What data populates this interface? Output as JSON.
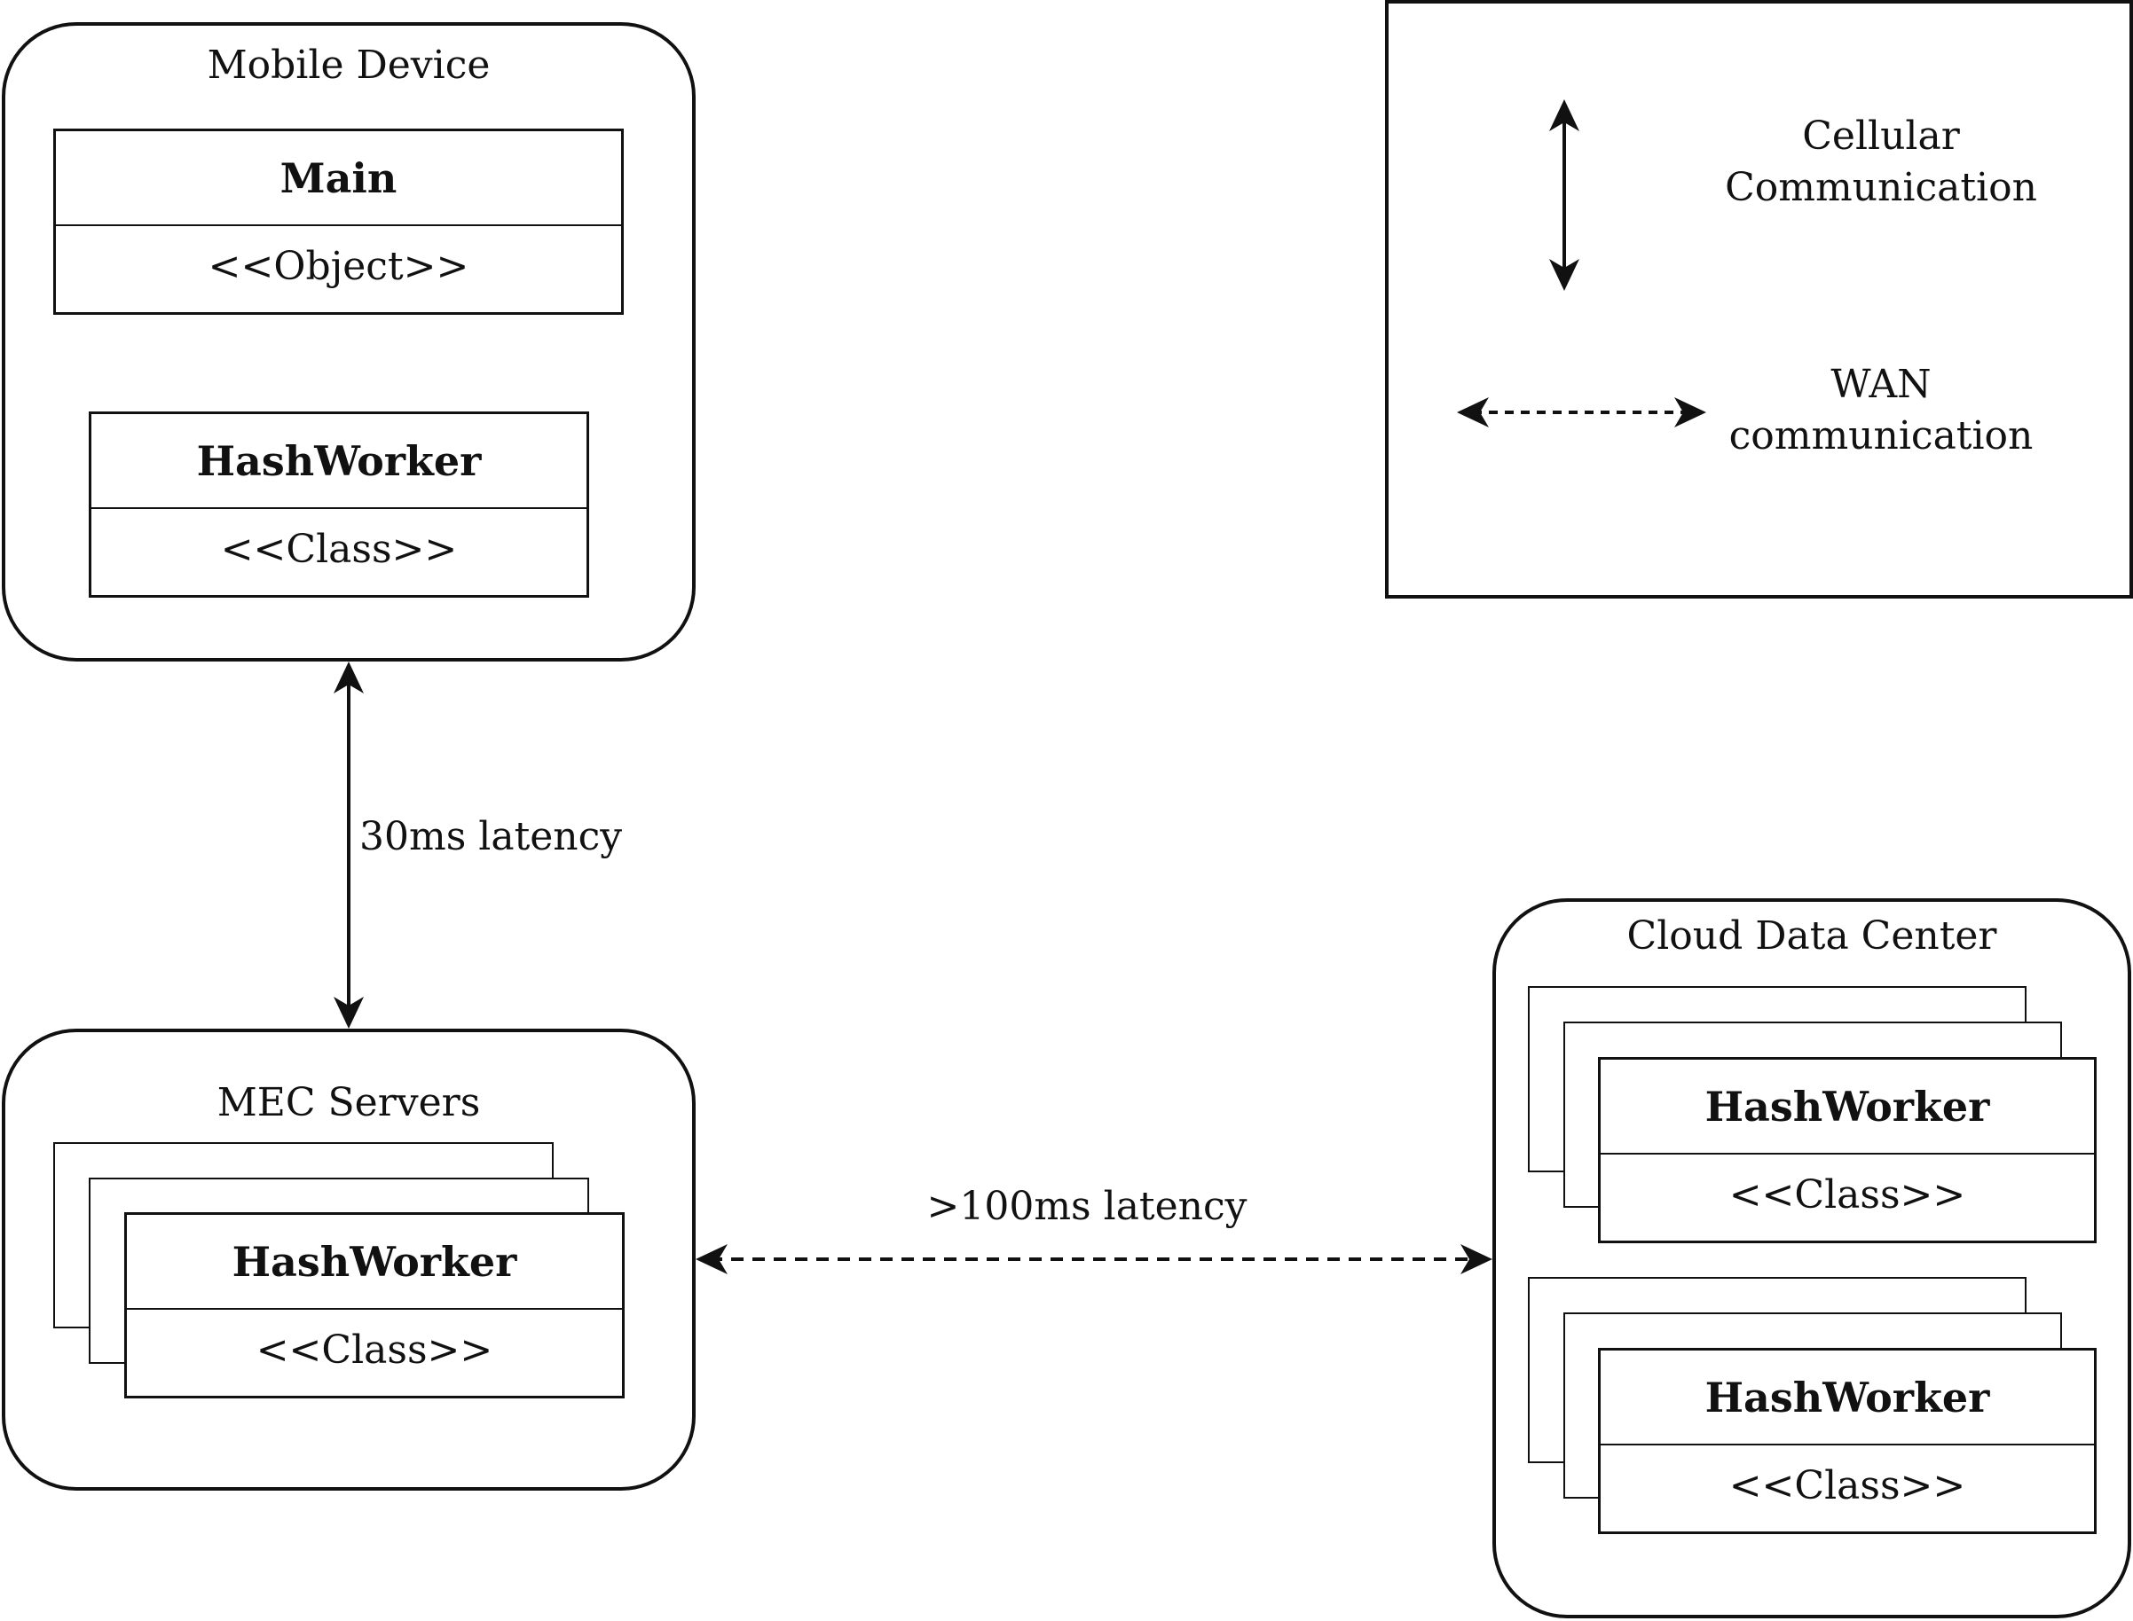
{
  "mobile_device": {
    "title": "Mobile Device",
    "main": {
      "name": "Main",
      "stereotype": "<<Object>>"
    },
    "worker": {
      "name": "HashWorker",
      "stereotype": "<<Class>>"
    }
  },
  "mec_servers": {
    "title": "MEC Servers",
    "worker": {
      "name": "HashWorker",
      "stereotype": "<<Class>>"
    }
  },
  "cloud": {
    "title": "Cloud Data Center",
    "worker_top": {
      "name": "HashWorker",
      "stereotype": "<<Class>>"
    },
    "worker_bottom": {
      "name": "HashWorker",
      "stereotype": "<<Class>>"
    }
  },
  "links": {
    "mobile_mec": "30ms latency",
    "mec_cloud": ">100ms latency"
  },
  "legend": {
    "cellular_line1": "Cellular",
    "cellular_line2": "Communication",
    "wan_line1": "WAN",
    "wan_line2": "communication"
  }
}
